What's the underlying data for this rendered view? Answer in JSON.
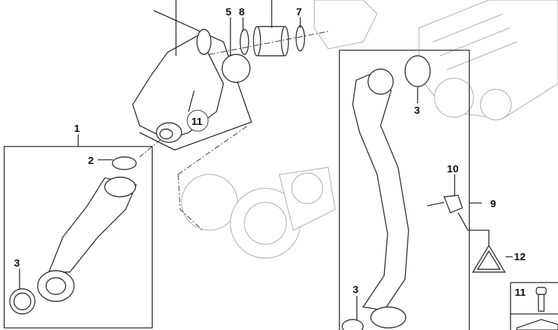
{
  "diagram": {
    "callouts": [
      {
        "id": "c5",
        "text": "5"
      },
      {
        "id": "c8",
        "text": "8"
      },
      {
        "id": "c7",
        "text": "7"
      },
      {
        "id": "c1",
        "text": "1"
      },
      {
        "id": "c2",
        "text": "2"
      },
      {
        "id": "c3a",
        "text": "3"
      },
      {
        "id": "c11a",
        "text": "11"
      },
      {
        "id": "c3b",
        "text": "3"
      },
      {
        "id": "c10",
        "text": "10"
      },
      {
        "id": "c9",
        "text": "9"
      },
      {
        "id": "c12",
        "text": "12"
      },
      {
        "id": "c3c",
        "text": "3"
      },
      {
        "id": "c11b",
        "text": "11"
      }
    ]
  }
}
